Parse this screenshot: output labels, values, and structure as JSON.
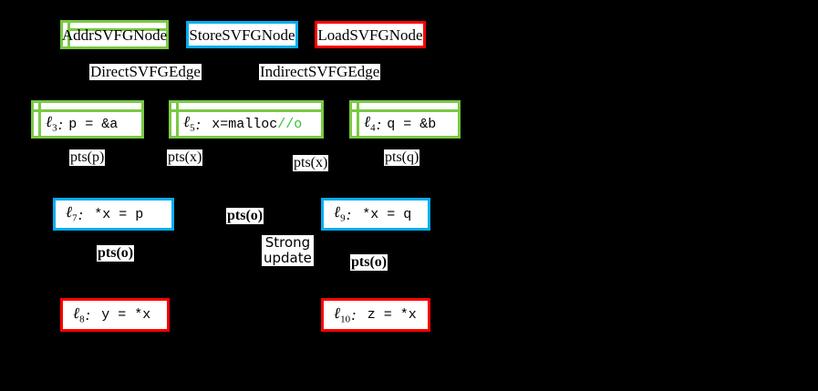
{
  "figure": {
    "background_color": "#000000",
    "colors": {
      "addr_node": "#7ac943",
      "store_node": "#00aeef",
      "load_node": "#ff0000",
      "comment_text": "#35c13a",
      "node_fill": "#ffffff",
      "text": "#000000"
    }
  },
  "legend": {
    "items": [
      {
        "label": "AddrSVFGNode",
        "kind": "addr"
      },
      {
        "label": "StoreSVFGNode",
        "kind": "store"
      },
      {
        "label": "LoadSVFGNode",
        "kind": "load"
      }
    ],
    "edge_kinds": [
      {
        "label": "DirectSVFGEdge"
      },
      {
        "label": "IndirectSVFGEdge"
      }
    ]
  },
  "nodes": {
    "addr": [
      {
        "id": "l3",
        "label": "ℓ",
        "sub": "3",
        "code": "p = &a",
        "comment": ""
      },
      {
        "id": "l5",
        "label": "ℓ",
        "sub": "5",
        "code": "x=malloc",
        "comment": "//o"
      },
      {
        "id": "l4",
        "label": "ℓ",
        "sub": "4",
        "code": "q = &b",
        "comment": ""
      }
    ],
    "store": [
      {
        "id": "l7",
        "label": "ℓ",
        "sub": "7",
        "code": "*x = p"
      },
      {
        "id": "l9",
        "label": "ℓ",
        "sub": "9",
        "code": "*x = q"
      }
    ],
    "load": [
      {
        "id": "l8",
        "label": "ℓ",
        "sub": "8",
        "code": "y = *x"
      },
      {
        "id": "l10",
        "label": "ℓ",
        "sub": "10",
        "code": "z = *x"
      }
    ]
  },
  "annotations": {
    "pts_row1": [
      {
        "text": "pts(p)",
        "bold": false
      },
      {
        "text": "pts(x)",
        "bold": false
      },
      {
        "text": "pts(x)",
        "bold": false
      },
      {
        "text": "pts(q)",
        "bold": false
      }
    ],
    "pts_row2": [
      {
        "text": "pts(o)",
        "bold": true
      },
      {
        "text": "pts(o)",
        "bold": true
      },
      {
        "text": "pts(o)",
        "bold": true
      }
    ],
    "strong_update": {
      "line1": "Strong",
      "line2": "update"
    }
  }
}
